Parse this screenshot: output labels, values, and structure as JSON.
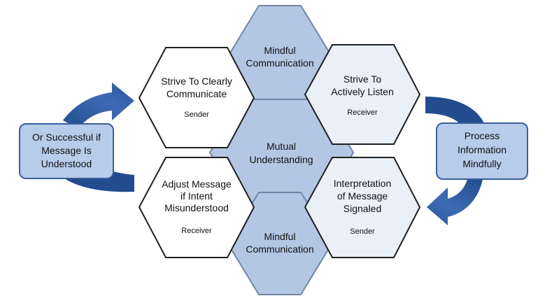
{
  "colors": {
    "hex_blue_fill": "#b3c6e4",
    "hex_blue_stroke": "#6f86a8",
    "hex_light_fill": "#eaf0f8",
    "hex_light_stroke": "#1f1f1f",
    "hex_white_fill": "#ffffff",
    "arrow_dark": "#234c8f",
    "arrow_light": "#5a87c9",
    "box_fill": "#b7cbea",
    "box_stroke": "#3a5f9a"
  },
  "hexagons": {
    "mindful_top": {
      "line1": "Mindful",
      "line2": "Communication"
    },
    "mutual": {
      "line1": "Mutual",
      "line2": "Understanding"
    },
    "mindful_bottom": {
      "line1": "Mindful",
      "line2": "Communication"
    },
    "strive_communicate": {
      "line1": "Strive To Clearly",
      "line2": "Communicate",
      "role": "Sender"
    },
    "strive_listen": {
      "line1": "Strive To",
      "line2": "Actively Listen",
      "role": "Receiver"
    },
    "adjust_message": {
      "line1": "Adjust Message",
      "line2": "if Intent",
      "line3": "Misunderstood",
      "role": "Receiver"
    },
    "interpretation": {
      "line1": "Interpretation",
      "line2": "of Message",
      "line3": "Signaled",
      "role": "Sender"
    }
  },
  "boxes": {
    "left": {
      "line1": "Or Successful if",
      "line2": "Message Is",
      "line3": "Understood"
    },
    "right": {
      "line1": "Process",
      "line2": "Information",
      "line3": "Mindfully"
    }
  },
  "arrows": {
    "left_curve": "curved-arrow-up-right",
    "right_curve": "curved-arrow-down-left"
  }
}
